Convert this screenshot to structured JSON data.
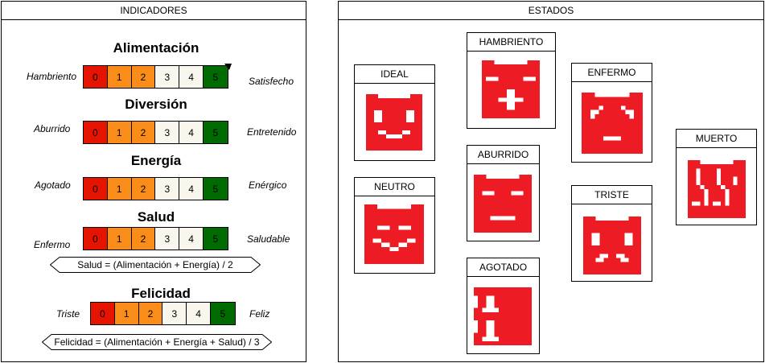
{
  "indicadores": {
    "title": "INDICADORES",
    "scale_values": [
      "0",
      "1",
      "2",
      "3",
      "4",
      "5"
    ],
    "scale_colors": [
      "#e51400",
      "#fa8c1a",
      "#fa8c1a",
      "#f9f7ed",
      "#f9f7ed",
      "#006b00"
    ],
    "items": [
      {
        "name": "Alimentación",
        "low": "Hambriento",
        "high": "Satisfecho"
      },
      {
        "name": "Diversión",
        "low": "Aburrido",
        "high": "Entretenido"
      },
      {
        "name": "Energía",
        "low": "Agotado",
        "high": "Enérgico"
      },
      {
        "name": "Salud",
        "low": "Enfermo",
        "high": "Saludable"
      },
      {
        "name": "Felicidad",
        "low": "Triste",
        "high": "Feliz"
      }
    ],
    "formulas": {
      "salud": "Salud = (Alimentación + Energía) / 2",
      "felicidad": "Felicidad = (Alimentación + Energía + Salud) / 3"
    }
  },
  "estados": {
    "title": "ESTADOS",
    "face_color": "#ed1c24",
    "items": [
      "IDEAL",
      "NEUTRO",
      "HAMBRIENTO",
      "ABURRIDO",
      "AGOTADO",
      "ENFERMO",
      "TRISTE",
      "MUERTO"
    ]
  }
}
